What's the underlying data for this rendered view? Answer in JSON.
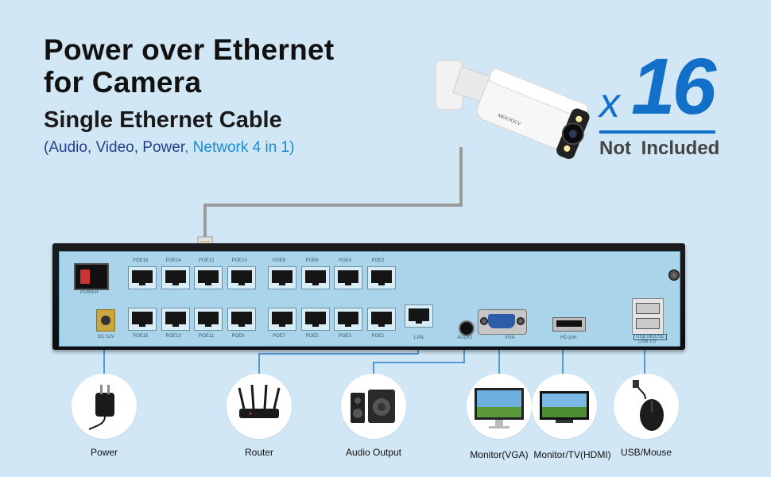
{
  "heading": {
    "line1": "Power over Ethernet",
    "line2": "for Camera",
    "subtitle": "Single Ethernet Cable",
    "desc_a": "(Audio, Video, Power",
    "desc_b": ", Network  4 in 1)"
  },
  "badge": {
    "x": "x",
    "count": "16",
    "note": "Not Included"
  },
  "camera": {
    "brand": "MEKVOCV"
  },
  "nvr": {
    "power_label": "POWER",
    "dc_label": "DC 52V",
    "lan_label": "LAN",
    "audio_label": "AUDIO",
    "vga_label": "VGA",
    "hdmi_label": "HD port",
    "usb_label": "USB MOUSE",
    "usb_sub": "USB 2.0",
    "top_ports": [
      "POE16",
      "POE14",
      "POE12",
      "POE10",
      "POE8",
      "POE6",
      "POE4",
      "POE2"
    ],
    "bottom_ports": [
      "POE15",
      "POE13",
      "POE11",
      "POE9",
      "POE7",
      "POE5",
      "POE3",
      "POE1"
    ]
  },
  "devices": [
    {
      "label": "Power",
      "icon": "power-adapter-icon"
    },
    {
      "label": "Router",
      "icon": "router-icon"
    },
    {
      "label": "Audio Output",
      "icon": "speaker-icon"
    },
    {
      "label": "Monitor(VGA)",
      "icon": "monitor-icon"
    },
    {
      "label": "Monitor/TV(HDMI)",
      "icon": "tv-icon"
    },
    {
      "label": "USB/Mouse",
      "icon": "mouse-icon"
    }
  ],
  "colors": {
    "background": "#d2e7f6",
    "accent": "#1270c8",
    "panel": "#a9d4e9"
  }
}
